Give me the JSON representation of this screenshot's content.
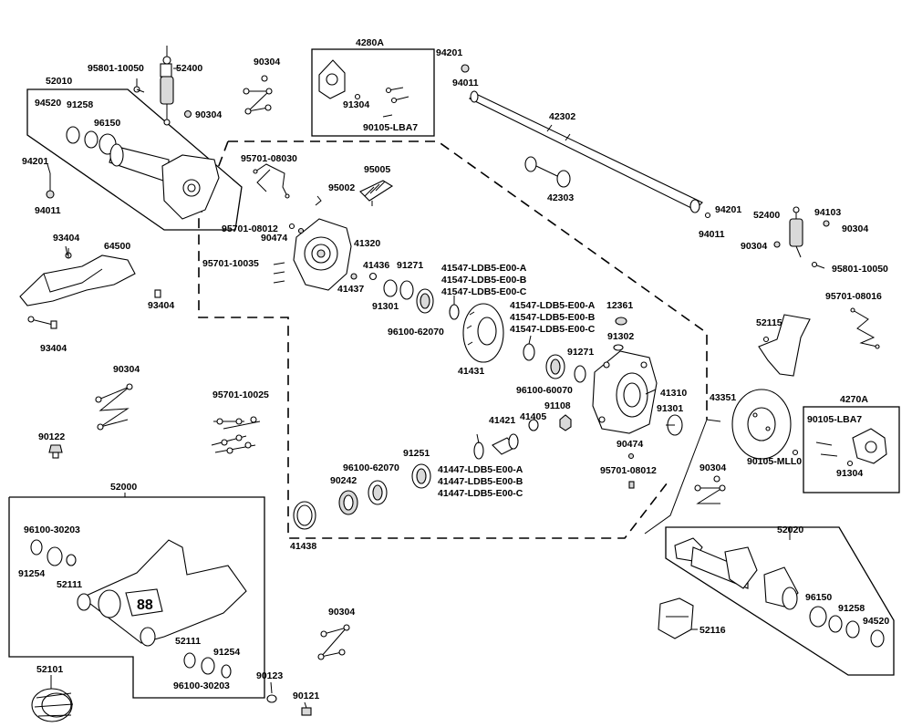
{
  "parts": {
    "p42800": "4280A",
    "p42700": "4270A",
    "p94201": "94201",
    "p94011": "94011",
    "p52010": "52010",
    "p95801": "95801-10050",
    "p52400": "52400",
    "p90304": "90304",
    "p94520": "94520",
    "p91258": "91258",
    "p96150": "96150",
    "p91304": "91304",
    "p90105lba7": "90105-LBA7",
    "p42302": "42302",
    "p42303": "42303",
    "p95701_08030": "95701-08030",
    "p95005": "95005",
    "p95002": "95002",
    "p95701_08012": "95701-08012",
    "p90474": "90474",
    "p41320": "41320",
    "p93404": "93404",
    "p64500": "64500",
    "p95701_10035": "95701-10035",
    "p41436": "41436",
    "p91271": "91271",
    "p41437": "41437",
    "p91301": "91301",
    "p96100_62070": "96100-62070",
    "p41547a": "41547-LDB5-E00-A",
    "p41547b": "41547-LDB5-E00-B",
    "p41547c": "41547-LDB5-E00-C",
    "p12361": "12361",
    "p41431": "41431",
    "p91302": "91302",
    "p94103": "94103",
    "p95701_08016": "95701-08016",
    "p52115": "52115",
    "p41310": "41310",
    "p96100_60070": "96100-60070",
    "p91108": "91108",
    "p41405": "41405",
    "p41421": "41421",
    "p43351": "43351",
    "p95701_10025": "95701-10025",
    "p90122": "90122",
    "p91251": "91251",
    "p41447a": "41447-LDB5-E00-A",
    "p41447b": "41447-LDB5-E00-B",
    "p41447c": "41447-LDB5-E00-C",
    "p90242": "90242",
    "p41438": "41438",
    "p90105mll0": "90105-MLL0",
    "p52000": "52000",
    "p52020": "52020",
    "p96100_30203": "96100-30203",
    "p91254": "91254",
    "p52111": "52111",
    "p52116": "52116",
    "p52101": "52101",
    "p90123": "90123",
    "p90121": "90121"
  }
}
